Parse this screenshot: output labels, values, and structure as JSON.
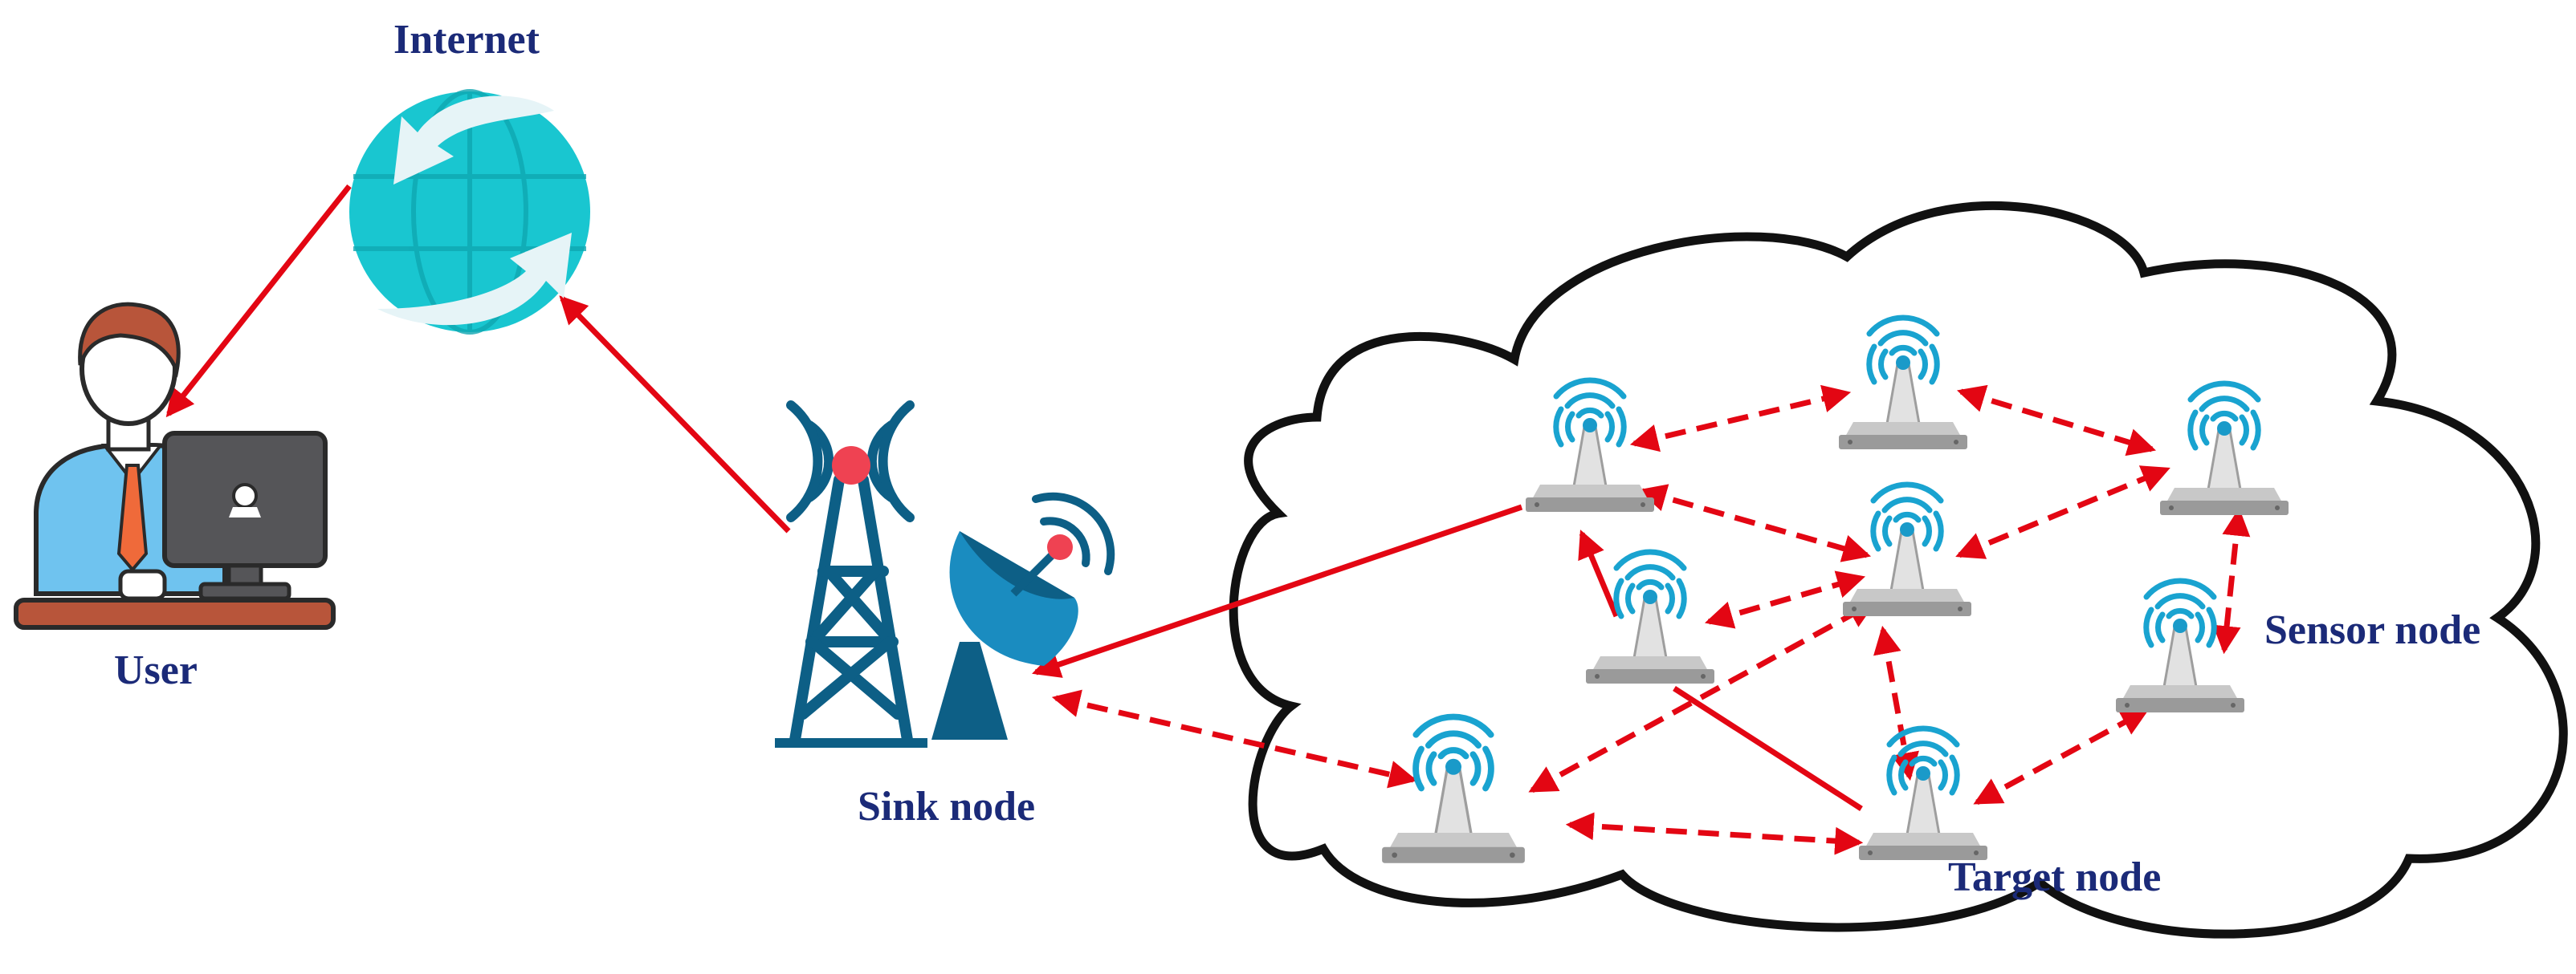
{
  "labels": {
    "internet": "Internet",
    "user": "User",
    "sink": "Sink node",
    "sensor": "Sensor node",
    "target": "Target node"
  },
  "colors": {
    "arrow": "#e30613",
    "label": "#1b2a78",
    "cloud_outline": "#111111",
    "globe": "#19c6d0",
    "tower": "#0d5f86",
    "signal": "#19a3d0",
    "sensor_base": "#9a9a9a",
    "beacon": "#ef4252"
  },
  "icons": [
    "globe-icon",
    "user-computer-icon",
    "radio-tower-icon",
    "satellite-dish-icon",
    "sensor-node-icon"
  ]
}
